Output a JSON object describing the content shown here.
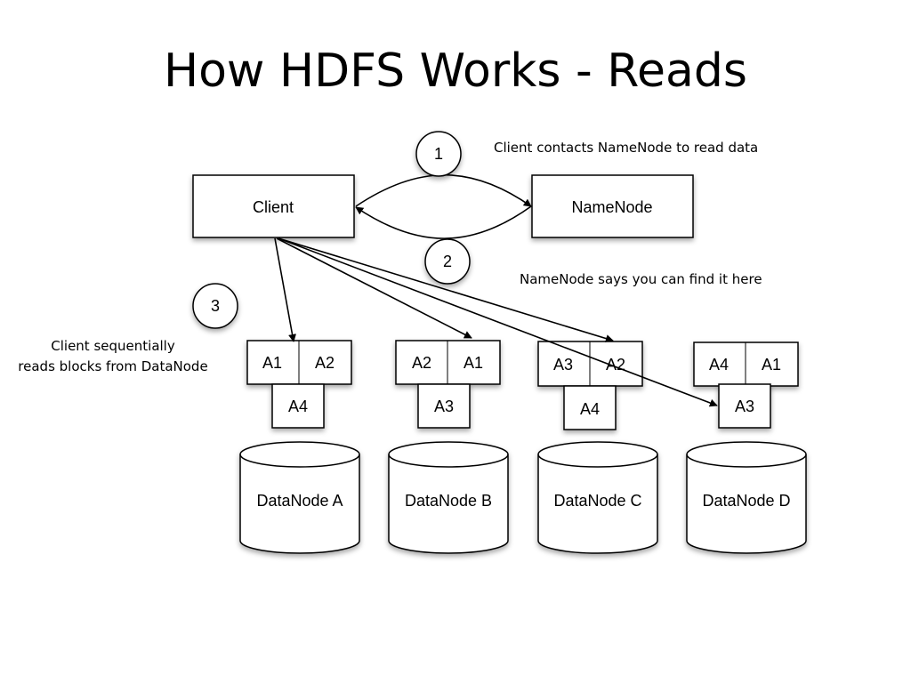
{
  "title": "How HDFS Works - Reads",
  "nodes": {
    "client": "Client",
    "namenode": "NameNode"
  },
  "steps": {
    "one": "1",
    "two": "2",
    "three": "3"
  },
  "annotations": {
    "step1": "Client contacts NameNode to read data",
    "step2": "NameNode says you can find it here",
    "step3_line1": "Client sequentially",
    "step3_line2": "reads blocks from DataNode"
  },
  "datanodes": [
    {
      "label": "DataNode A",
      "blocks": [
        "A1",
        "A2",
        "A4"
      ]
    },
    {
      "label": "DataNode B",
      "blocks": [
        "A2",
        "A1",
        "A3"
      ]
    },
    {
      "label": "DataNode C",
      "blocks": [
        "A3",
        "A2",
        "A4"
      ]
    },
    {
      "label": "DataNode D",
      "blocks": [
        "A4",
        "A1",
        "A3"
      ]
    }
  ]
}
